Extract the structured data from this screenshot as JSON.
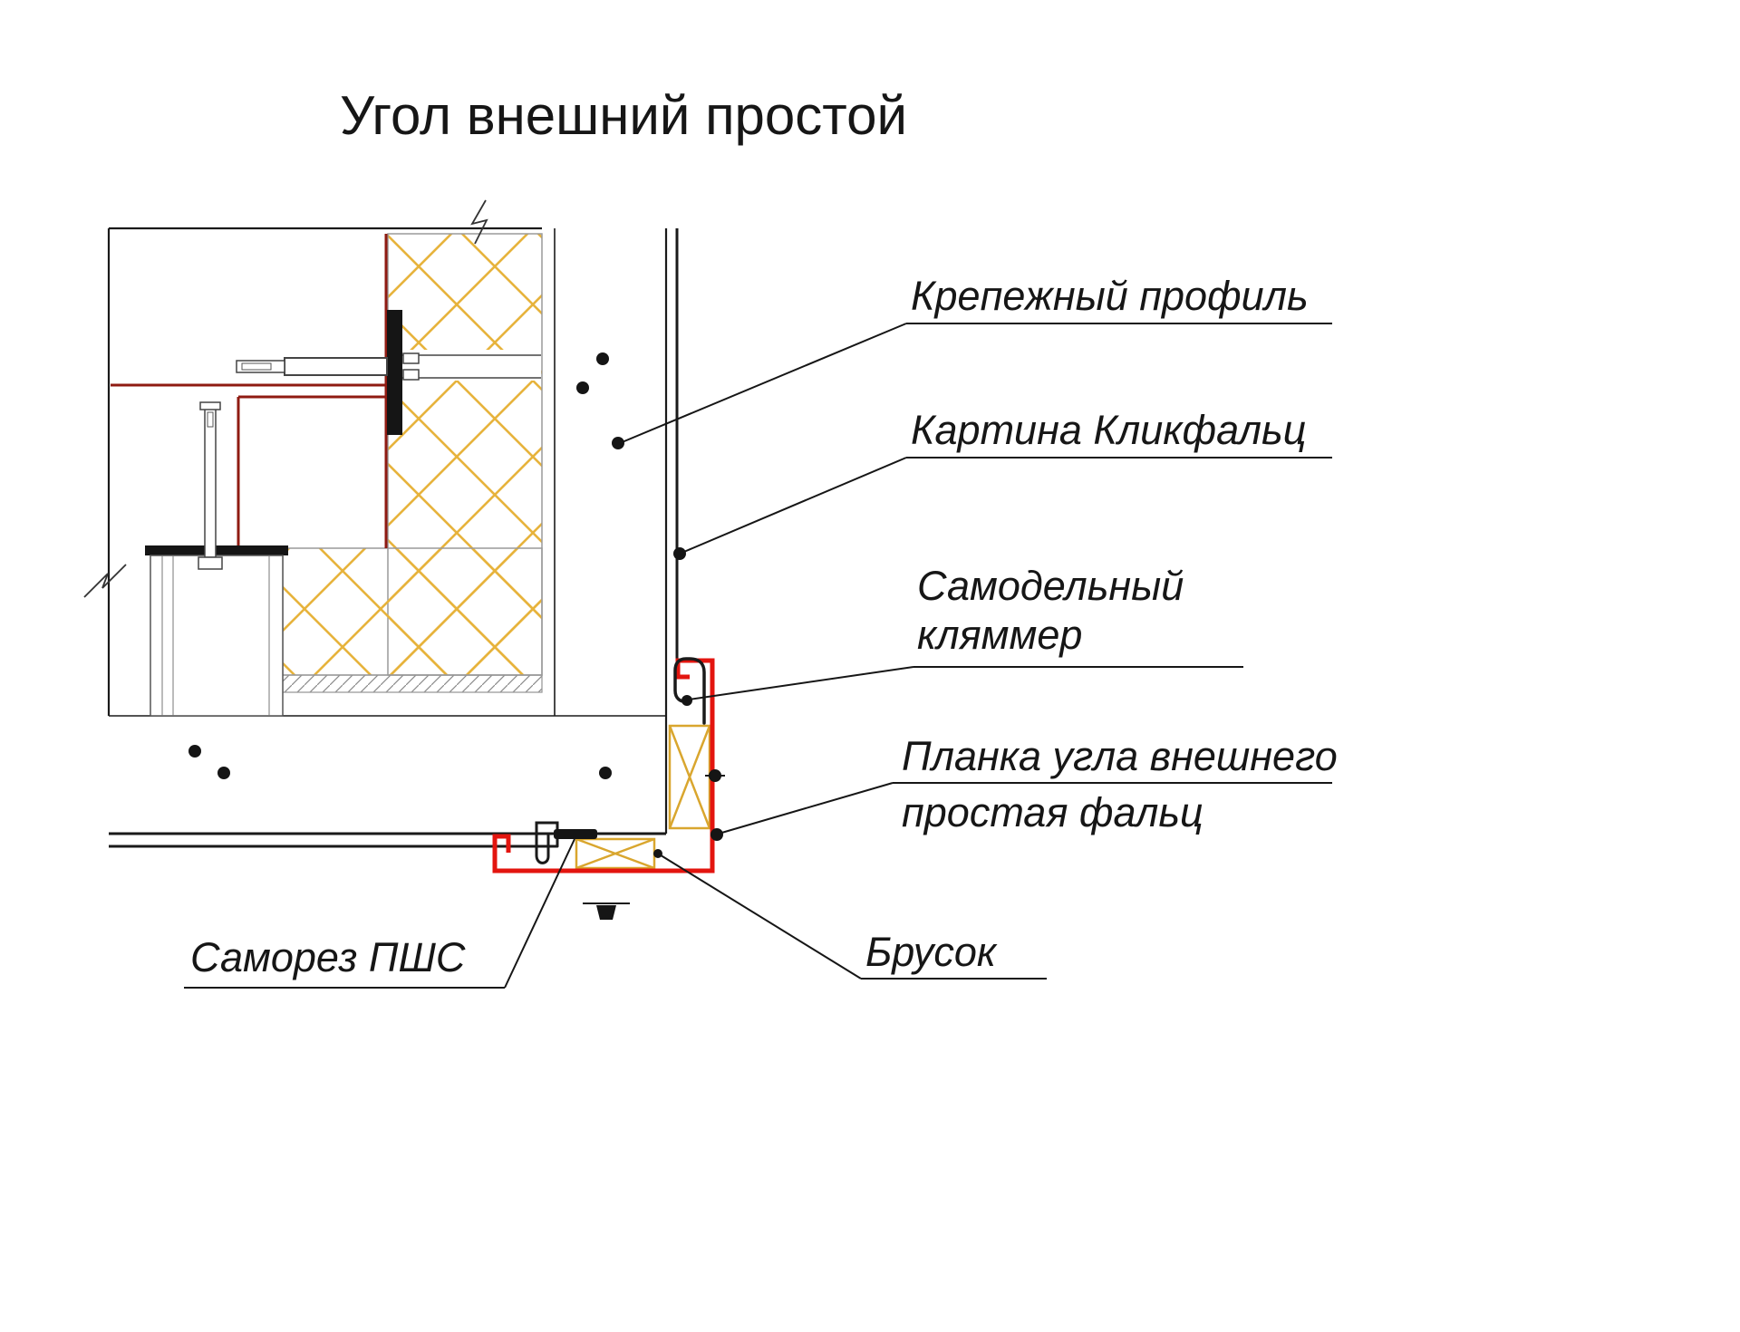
{
  "title": "Угол внешний простой",
  "labels": {
    "mounting_profile": "Крепежный профиль",
    "klikfalz_panel": "Картина Кликфальц",
    "homemade_clamp_line1": "Самодельный",
    "homemade_clamp_line2": "кляммер",
    "corner_strip_line1": "Планка угла внешнего",
    "corner_strip_line2": "простая фальц",
    "wood_block": "Брусок",
    "screw": "Саморез ПШС"
  },
  "colors": {
    "flashing_red": "#e3150f",
    "barrier_dark_red": "#8f1b12",
    "insulation_yellow": "#e7b33c",
    "wood_yellow": "#d9a62e",
    "line_black": "#1a1a1a",
    "line_gray": "#8f8f8f"
  }
}
